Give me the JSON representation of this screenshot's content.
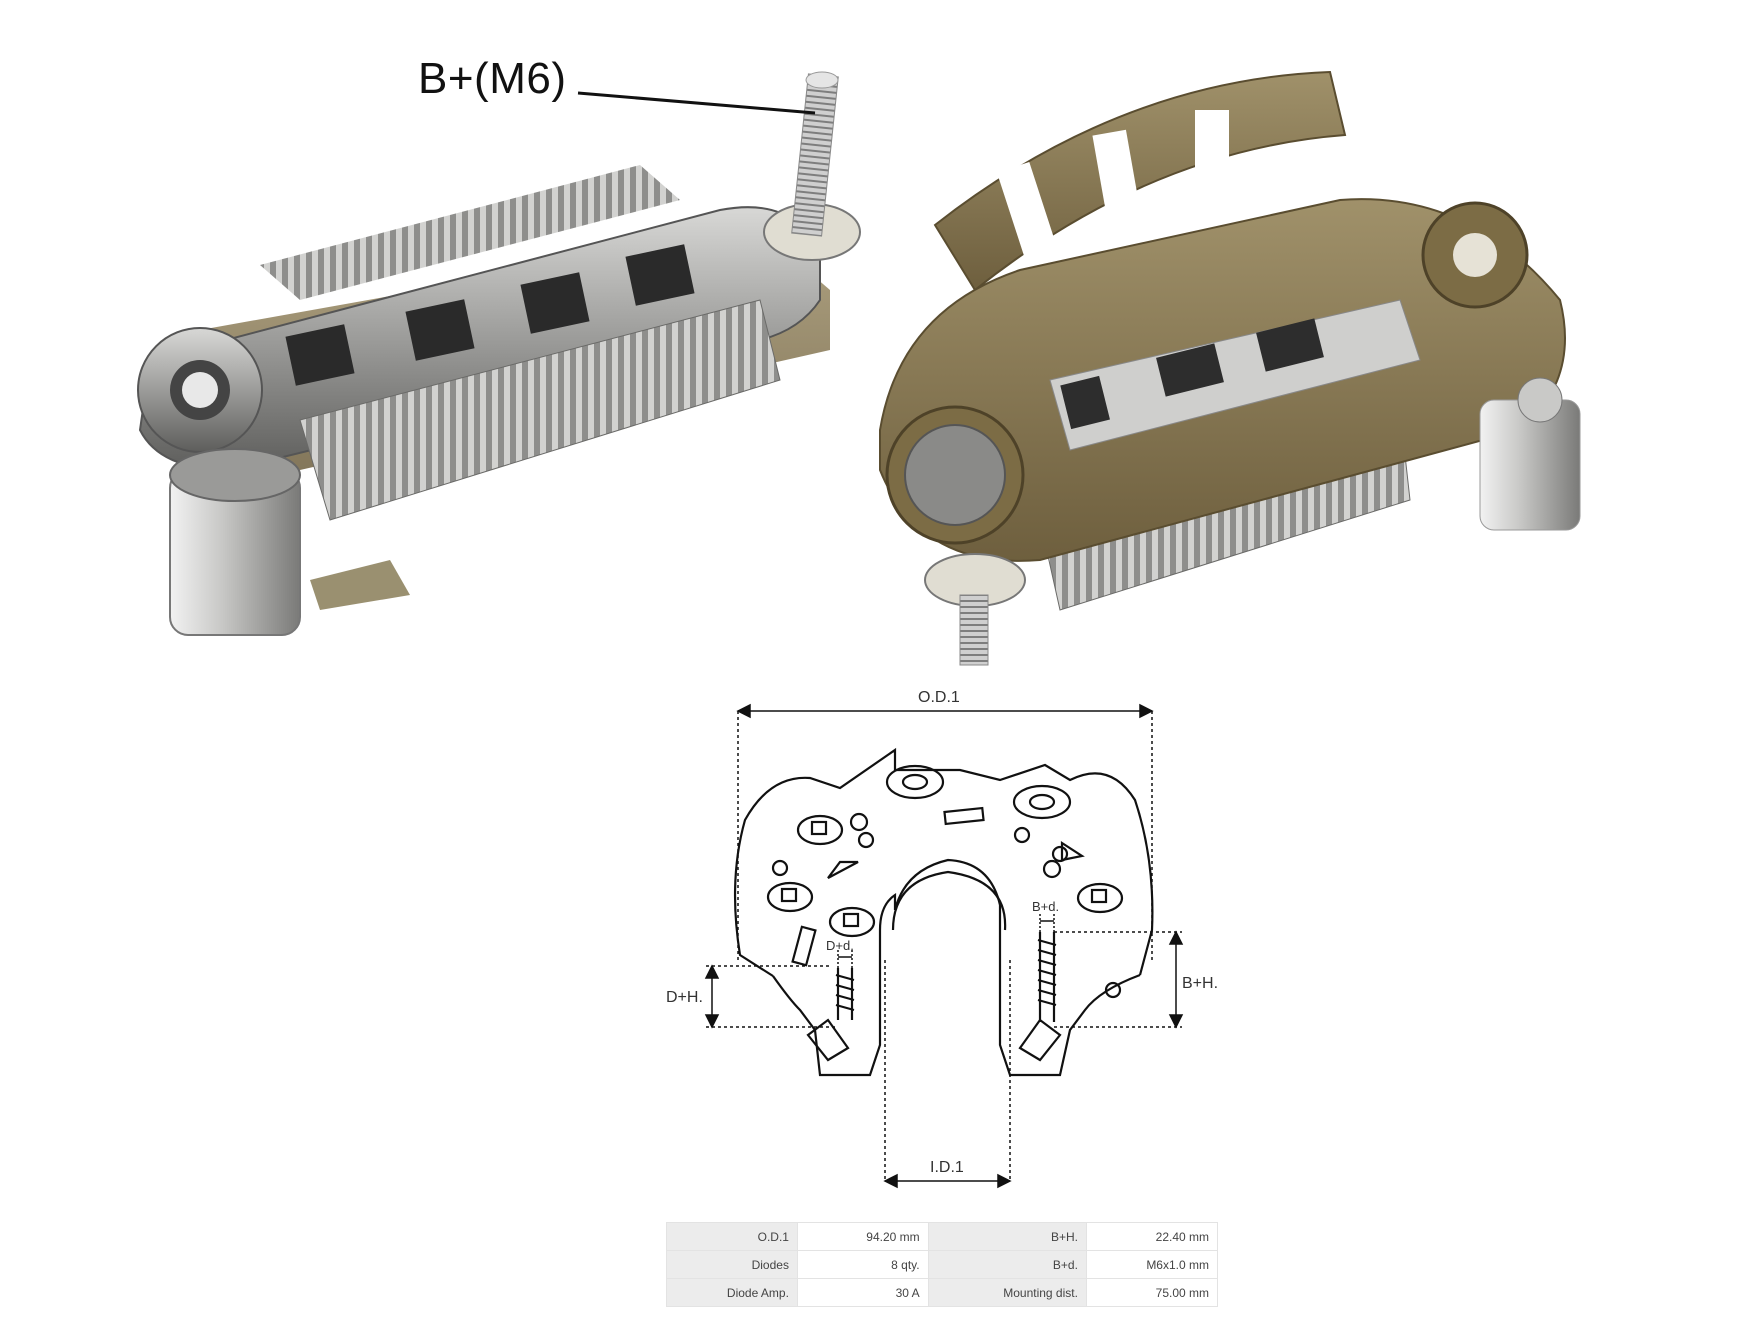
{
  "photo": {
    "callout_label": "B+(M6)"
  },
  "drawing": {
    "od_label": "O.D.1",
    "id_label": "I.D.1",
    "dh_label": "D+H.",
    "dd_label": "D+d.",
    "bh_label": "B+H.",
    "bd_label": "B+d."
  },
  "specs": {
    "rows": [
      {
        "label1": "O.D.1",
        "value1": "94.20 mm",
        "label2": "B+H.",
        "value2": "22.40 mm"
      },
      {
        "label1": "Diodes",
        "value1": "8 qty.",
        "label2": "B+d.",
        "value2": "M6x1.0 mm"
      },
      {
        "label1": "Diode Amp.",
        "value1": "30 A",
        "label2": "Mounting dist.",
        "value2": "75.00 mm"
      }
    ]
  },
  "colors": {
    "metal": "#9a9a98",
    "metal_dark": "#5c5c5a",
    "plastic": "#8a7a56",
    "plastic_light": "#a8a082",
    "line": "#111111"
  }
}
